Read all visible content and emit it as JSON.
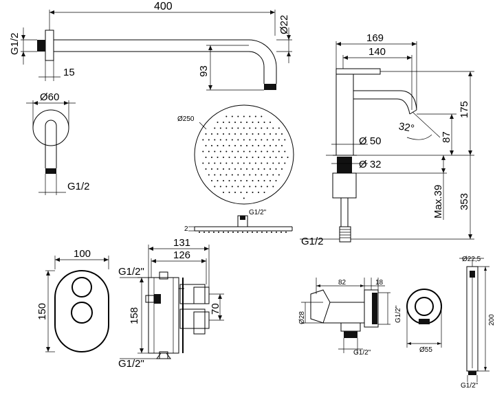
{
  "labels": {
    "arm_length": "400",
    "arm_diameter": "Ø22",
    "arm_thread": "G1/2",
    "arm_flange": "15",
    "arm_drop": "93",
    "arm_plate_diameter": "Ø60",
    "arm_bottom_thread": "G1/2",
    "head_diameter": "Ø250",
    "head_connection": "G1/2\"",
    "head_thickness": "2",
    "mixer_reach": "169",
    "mixer_spout": "140",
    "mixer_height": "175",
    "mixer_angle": "32°",
    "mixer_spout_height": "87",
    "mixer_body_diameter": "Ø 50",
    "mixer_hole_diameter": "Ø 32",
    "mixer_shank": "Max.39",
    "mixer_total": "353",
    "mixer_inlet": "G1/2",
    "plate_width": "100",
    "plate_height": "150",
    "valve_depth_outer": "131",
    "valve_depth_inner": "126",
    "valve_top_thread": "G1/2\"",
    "valve_height": "158",
    "valve_spacing": "70",
    "valve_bottom_thread": "G1/2\"",
    "outlet_length": "82",
    "outlet_nut": "18",
    "outlet_diameter": "Ø28",
    "outlet_thread_side": "G1/2\"",
    "outlet_thread_bottom": "G1/2\"",
    "outlet_rosette": "Ø55",
    "handshower_diameter": "Ø22,5",
    "handshower_length": "200",
    "handshower_thread": "G1/2\""
  }
}
